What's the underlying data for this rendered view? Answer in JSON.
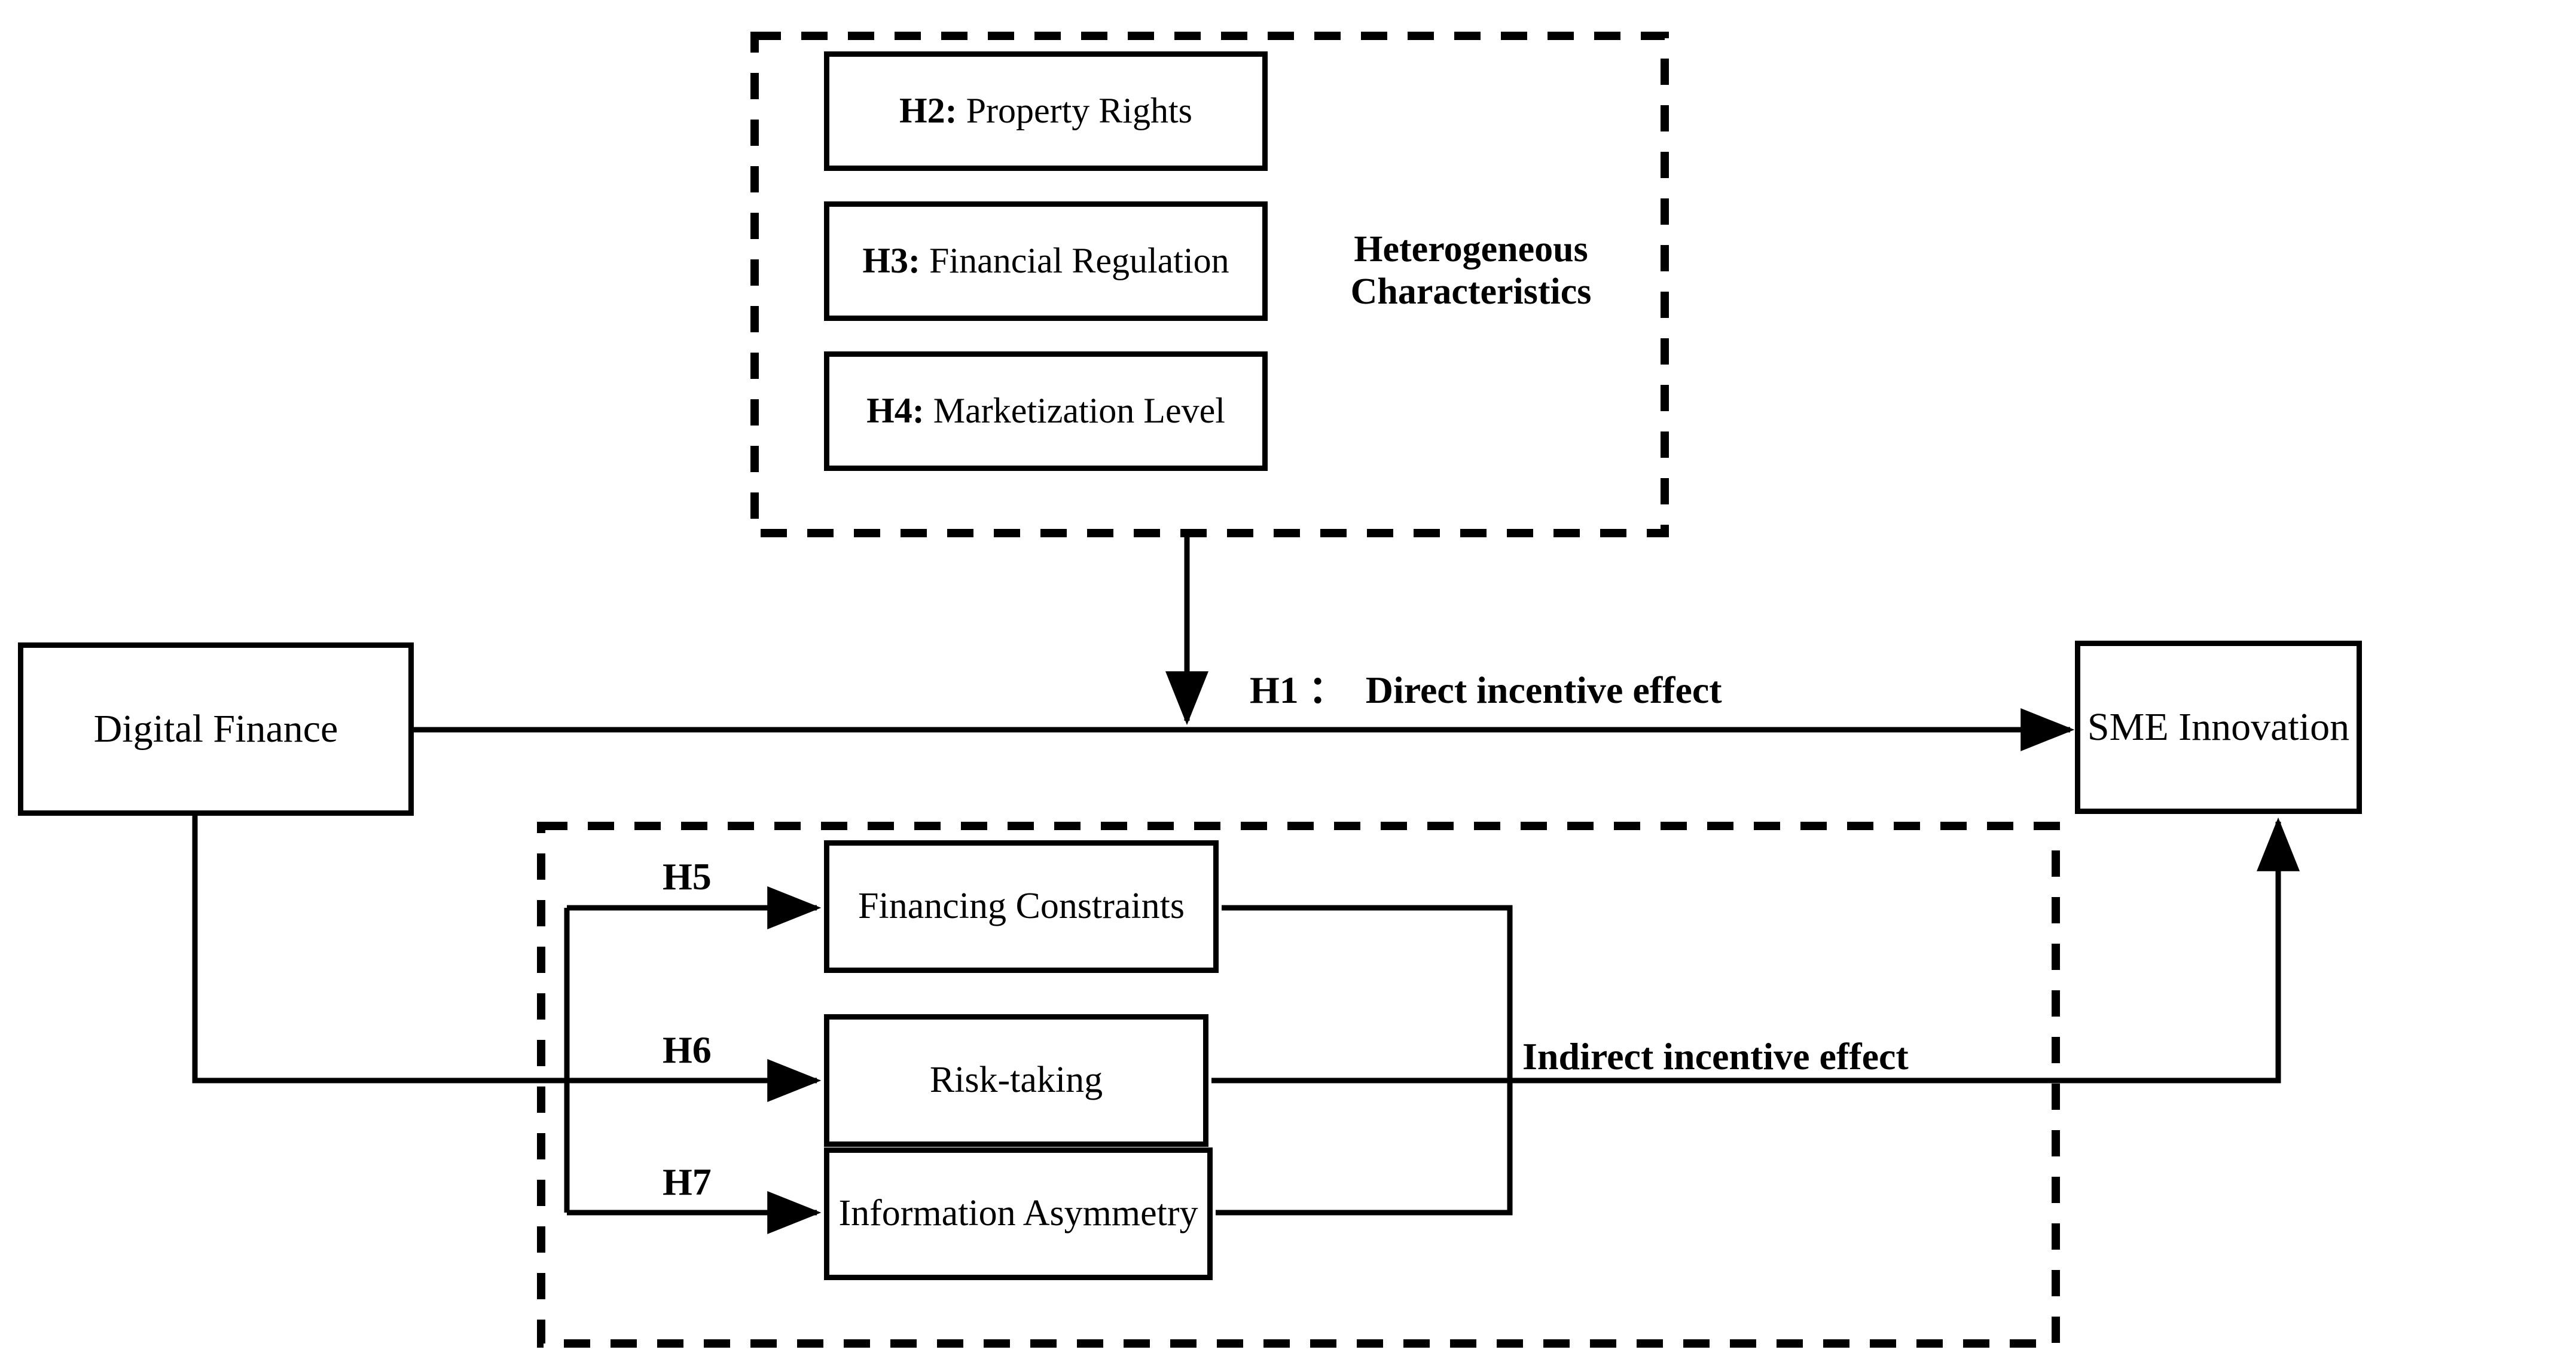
{
  "diagram": {
    "title_visible": false,
    "background": "#ffffff",
    "line_color": "#000000"
  },
  "nodes": {
    "digital_finance": {
      "label": "Digital Finance"
    },
    "sme_innovation": {
      "label": "SME Innovation"
    },
    "h2": {
      "hyp": "H2:",
      "text": " Property Rights"
    },
    "h3": {
      "hyp": "H3:",
      "text": " Financial Regulation"
    },
    "h4": {
      "hyp": "H4:",
      "text": " Marketization Level"
    },
    "financing_constraints": {
      "label": "Financing Constraints"
    },
    "risk_taking": {
      "label": "Risk-taking"
    },
    "information_asymmetry": {
      "label": "Information Asymmetry"
    }
  },
  "groups": {
    "heterogeneous": {
      "title": "Heterogeneous\nCharacteristics",
      "style": "dashed"
    },
    "mediation": {
      "title": "",
      "style": "dashed"
    }
  },
  "labels": {
    "h1": "H1 ：  Direct incentive effect",
    "h5": "H5",
    "h6": "H6",
    "h7": "H7",
    "indirect": "Indirect incentive effect"
  },
  "edges": [
    {
      "name": "direct-effect",
      "from": "digital_finance",
      "to": "sme_innovation",
      "label": "H1 ：  Direct incentive effect",
      "arrow": "right"
    },
    {
      "name": "moderation",
      "from": "heterogeneous",
      "to": "direct-effect",
      "label": "",
      "arrow": "down"
    },
    {
      "name": "df-to-financing-constraints",
      "from": "digital_finance",
      "to": "financing_constraints",
      "label": "H5",
      "arrow": "right"
    },
    {
      "name": "df-to-risk-taking",
      "from": "digital_finance",
      "to": "risk_taking",
      "label": "H6",
      "arrow": "right"
    },
    {
      "name": "df-to-information-asymmetry",
      "from": "digital_finance",
      "to": "information_asymmetry",
      "label": "H7",
      "arrow": "right"
    },
    {
      "name": "mediators-to-sme",
      "from": "mediators",
      "to": "sme_innovation",
      "label": "Indirect incentive effect",
      "arrow": "up"
    }
  ]
}
